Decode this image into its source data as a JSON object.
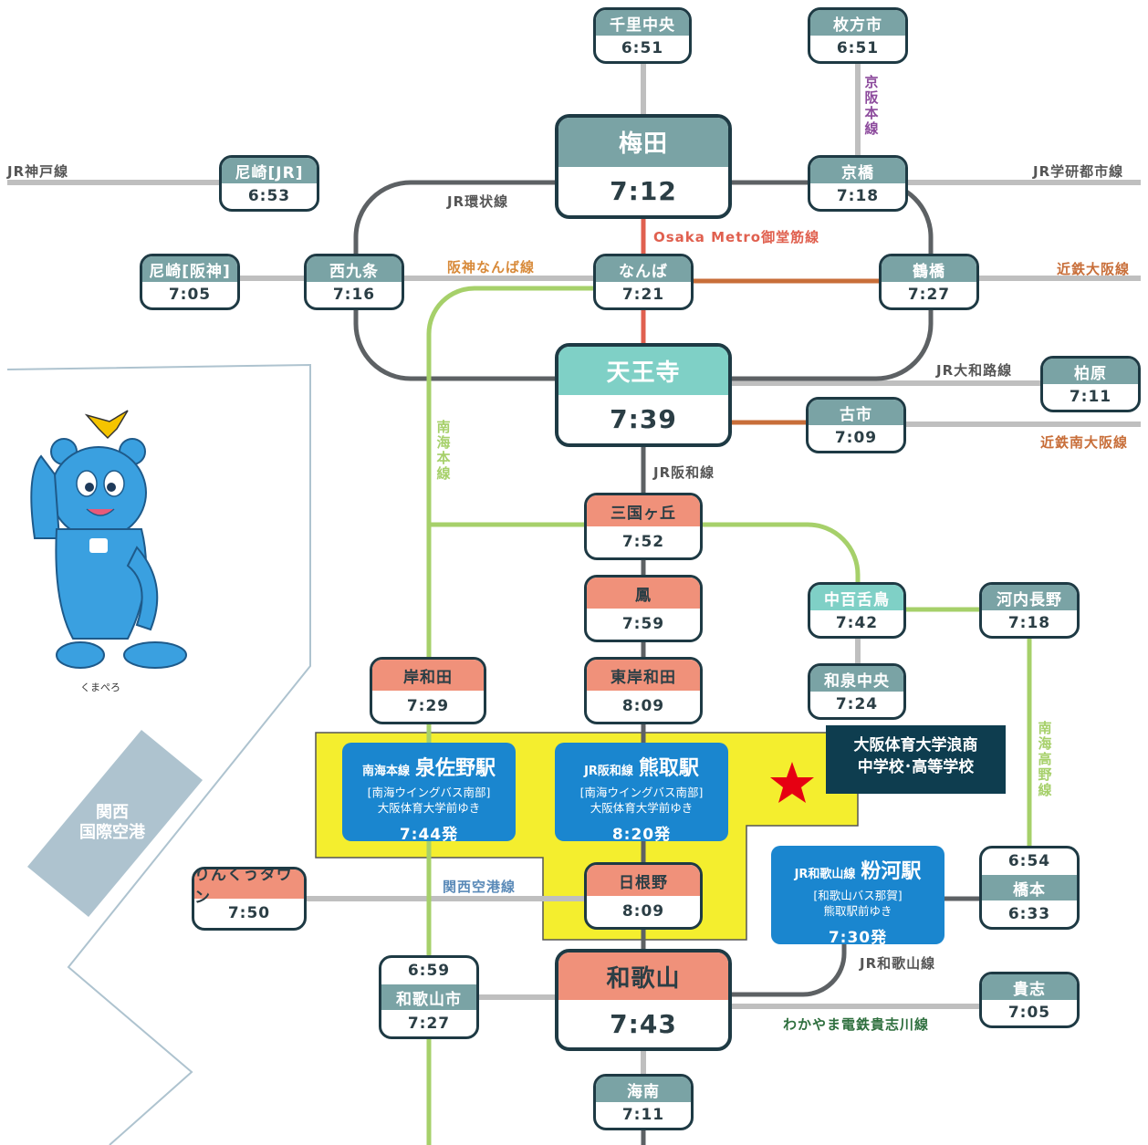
{
  "stations": {
    "senri_chuo": {
      "name": "千里中央",
      "time": "6:51"
    },
    "hirakata": {
      "name": "枚方市",
      "time": "6:51"
    },
    "umeda": {
      "name": "梅田",
      "time": "7:12"
    },
    "amagasaki_jr": {
      "name": "尼崎[JR]",
      "time": "6:53"
    },
    "kyobashi": {
      "name": "京橋",
      "time": "7:18"
    },
    "amagasaki_hanshin": {
      "name": "尼崎[阪神]",
      "time": "7:05"
    },
    "nishikujo": {
      "name": "西九条",
      "time": "7:16"
    },
    "namba": {
      "name": "なんば",
      "time": "7:21"
    },
    "tsuruhashi": {
      "name": "鶴橋",
      "time": "7:27"
    },
    "tennoji": {
      "name": "天王寺",
      "time": "7:39"
    },
    "kashiwara": {
      "name": "柏原",
      "time": "7:11"
    },
    "furuichi": {
      "name": "古市",
      "time": "7:09"
    },
    "mikunigaoka": {
      "name": "三国ヶ丘",
      "time": "7:52"
    },
    "otori": {
      "name": "鳳",
      "time": "7:59"
    },
    "nakamozu": {
      "name": "中百舌鳥",
      "time": "7:42"
    },
    "kawachinagano": {
      "name": "河内長野",
      "time": "7:18"
    },
    "kishiwada": {
      "name": "岸和田",
      "time": "7:29"
    },
    "higashikishiwada": {
      "name": "東岸和田",
      "time": "8:09"
    },
    "izumichuo": {
      "name": "和泉中央",
      "time": "7:24"
    },
    "hashimoto": {
      "time_top": "6:54",
      "name": "橋本",
      "time": "6:33"
    },
    "rinku": {
      "name": "りんくうタウン",
      "time": "7:50"
    },
    "hineno": {
      "name": "日根野",
      "time": "8:09"
    },
    "wakayamashi": {
      "time_top": "6:59",
      "name": "和歌山市",
      "time": "7:27"
    },
    "wakayama": {
      "name": "和歌山",
      "time": "7:43"
    },
    "kishi": {
      "name": "貴志",
      "time": "7:05"
    },
    "kainan": {
      "name": "海南",
      "time": "7:11"
    }
  },
  "lines": {
    "jr_kobe": "JR神戸線",
    "jr_kansai_ring": "JR環状線",
    "jr_gakkentoshi": "JR学研都市線",
    "keihan_1": "京",
    "keihan_2": "阪",
    "keihan_3": "本",
    "keihan_4": "線",
    "midosuji": "Osaka Metro御堂筋線",
    "hanshin_namba": "阪神なんば線",
    "kintetsu_osaka": "近鉄大阪線",
    "jr_yamatoji": "JR大和路線",
    "kintetsu_minami_osaka": "近鉄南大阪線",
    "jr_hanwa": "JR阪和線",
    "nankai_main_1": "南",
    "nankai_main_2": "海",
    "nankai_main_3": "本",
    "nankai_main_4": "線",
    "nankai_koya_1": "南",
    "nankai_koya_2": "海",
    "nankai_koya_3": "高",
    "nankai_koya_4": "野",
    "nankai_koya_5": "線",
    "kanku": "関西空港線",
    "jr_wakayama": "JR和歌山線",
    "kishigawa": "わかやま電鉄貴志川線"
  },
  "bus": {
    "izumisano": {
      "line": "南海本線",
      "station": "泉佐野駅",
      "route": "[南海ウイングバス南部]",
      "dest": "大阪体育大学前ゆき",
      "departure": "7:44発"
    },
    "kumatori": {
      "line": "JR阪和線",
      "station": "熊取駅",
      "route": "[南海ウイングバス南部]",
      "dest": "大阪体育大学前ゆき",
      "departure": "8:20発"
    },
    "kokawa": {
      "line": "JR和歌山線",
      "station": "粉河駅",
      "route": "[和歌山バス那賀]",
      "dest": "熊取駅前ゆき",
      "departure": "7:30発"
    }
  },
  "school": {
    "line1": "大阪体育大学浪商",
    "line2": "中学校･高等学校"
  },
  "airport": {
    "line1": "関西",
    "line2": "国際空港"
  },
  "mascot": {
    "name": "くまぺろ"
  },
  "colors": {
    "station_header": "#7aa3a5",
    "station_orange": "#f0917a",
    "tennoji_header": "#7fd0c6",
    "station_border": "#1e3a44",
    "jr_line": "#5d6164",
    "gray_line": "#bfbfbf",
    "midosuji": "#e0604f",
    "kintetsu": "#c86e39",
    "nankai": "#a6d06a",
    "keihan": "#8c4a9c",
    "kishigawa_text": "#2e6f3e",
    "bus_box": "#1a86cf",
    "highlight_area": "#f4ee2e",
    "school_box": "#0e3d4f",
    "star": "#e60012",
    "airport": "#aec3cf"
  }
}
